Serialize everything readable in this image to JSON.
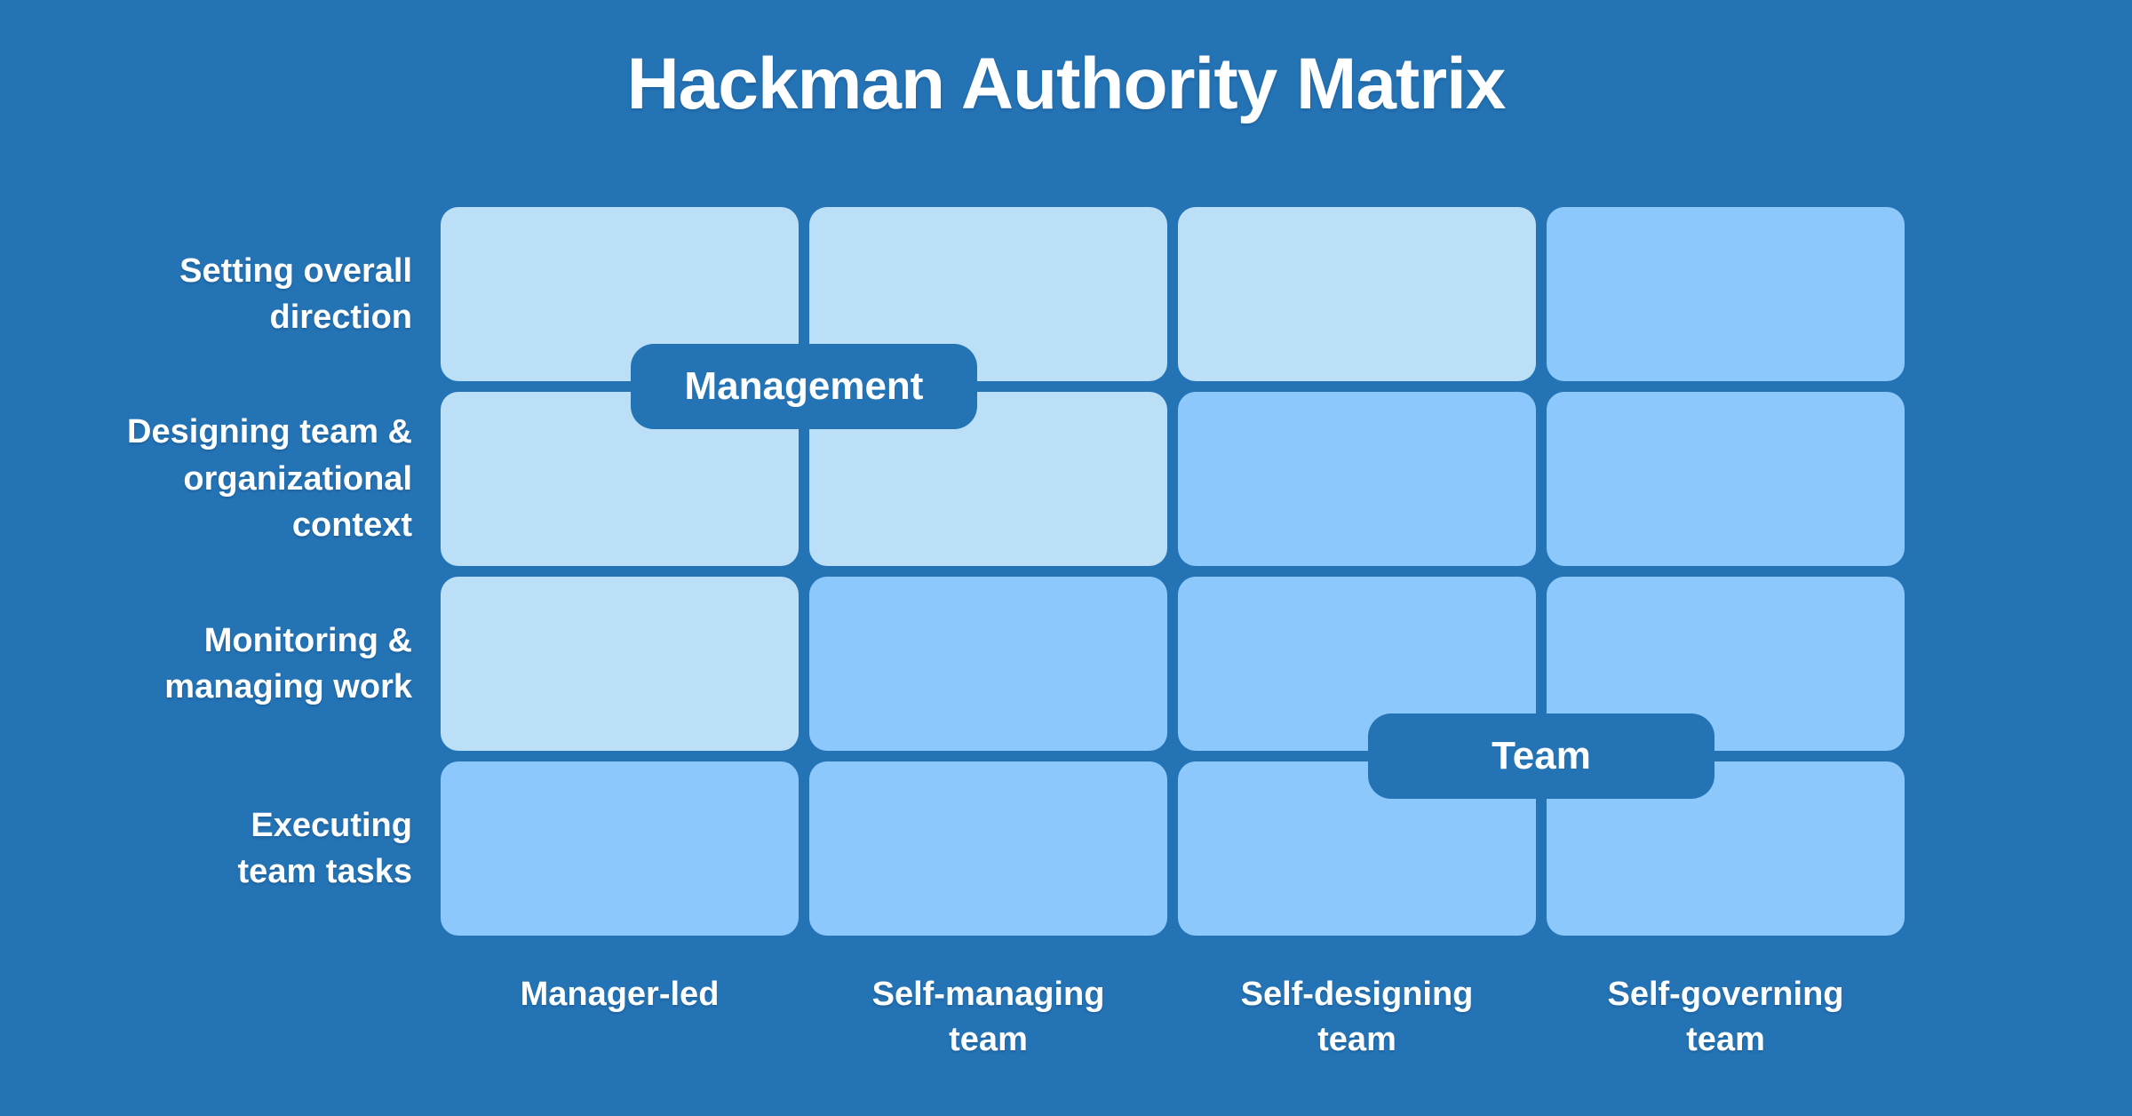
{
  "title": "Hackman Authority Matrix",
  "colors": {
    "background": "#2473B5",
    "cell_light": "#BBDFF7",
    "cell_medium": "#8CC8FB",
    "badge_fill": "#2473B5",
    "text": "#FFFFFF"
  },
  "badges": {
    "management": "Management",
    "team": "Team"
  },
  "row_labels": [
    "Setting overall\ndirection",
    "Designing team &\norganizational\ncontext",
    "Monitoring &\nmanaging work",
    "Executing\nteam tasks"
  ],
  "column_labels": [
    "Manager-led",
    "Self-managing\nteam",
    "Self-designing\nteam",
    "Self-governing\nteam"
  ],
  "matrix": {
    "rows": [
      "Setting overall direction",
      "Designing team & organizational context",
      "Monitoring & managing work",
      "Executing team tasks"
    ],
    "columns": [
      "Manager-led",
      "Self-managing team",
      "Self-designing team",
      "Self-governing team"
    ],
    "cell_shades": [
      [
        "light",
        "light",
        "light",
        "medium"
      ],
      [
        "light",
        "light",
        "medium",
        "medium"
      ],
      [
        "light",
        "medium",
        "medium",
        "medium"
      ],
      [
        "medium",
        "medium",
        "medium",
        "medium"
      ]
    ]
  }
}
